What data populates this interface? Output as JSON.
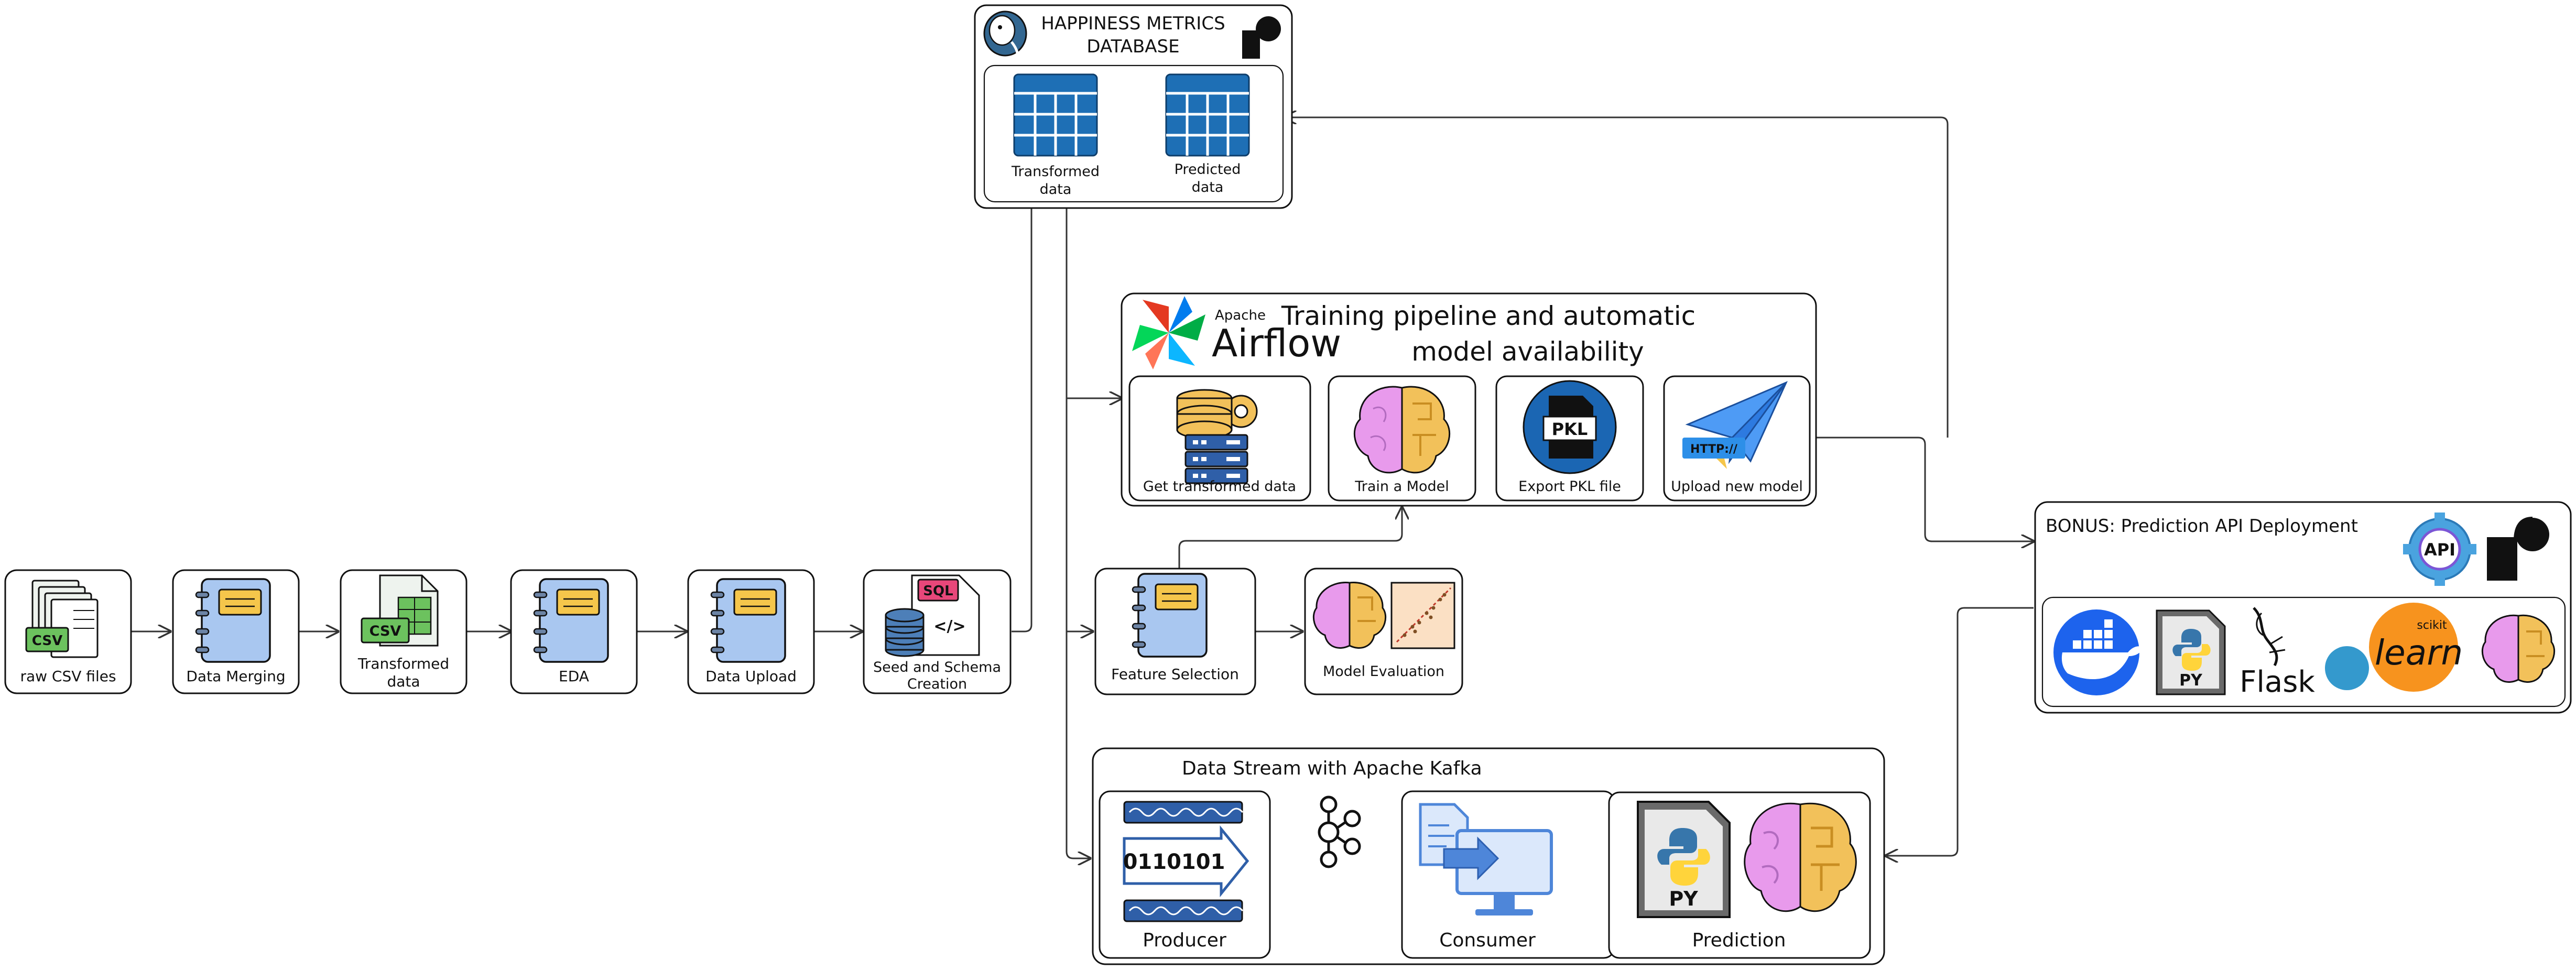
{
  "database": {
    "title_line1": "HAPPINESS METRICS",
    "title_line2": "DATABASE",
    "transformed_line1": "Transformed",
    "transformed_line2": "data",
    "predicted_line1": "Predicted",
    "predicted_line2": "data"
  },
  "pipeline": {
    "raw_csv": "raw CSV files",
    "merging": "Data Merging",
    "transformed_line1": "Transformed",
    "transformed_line2": "data",
    "eda": "EDA",
    "upload": "Data Upload",
    "seed_line1": "Seed and Schema",
    "seed_line2": "Creation"
  },
  "airflow": {
    "brand_small": "Apache",
    "brand_big": "Airflow",
    "title_line1": "Training pipeline and automatic",
    "title_line2": "model availability",
    "step1": "Get transformed data",
    "step2": "Train a Model",
    "step3": "Export PKL file",
    "step4": "Upload new model"
  },
  "feature": {
    "selection": "Feature Selection",
    "evaluation": "Model Evaluation"
  },
  "kafka": {
    "title": "Data Stream with Apache Kafka",
    "producer": "Producer",
    "consumer": "Consumer",
    "prediction": "Prediction"
  },
  "bonus": {
    "title": "BONUS: Prediction API Deployment"
  },
  "icon_text": {
    "csv": "CSV",
    "sql": "SQL",
    "pkl": "PKL",
    "http": "HTTP://",
    "py": "PY",
    "binary": "0110101",
    "api": "API",
    "flask": "Flask",
    "learn": "learn",
    "scikit": "scikit"
  },
  "colors": {
    "stroke": "#111111",
    "table_blue": "#1e6fb5",
    "notebook_blue": "#a9c7f0",
    "note_yellow": "#f5c64b",
    "csv_green": "#6cc25e",
    "brain_pink": "#e89aec",
    "brain_yellow": "#f2c15a",
    "pkl_blue": "#1b66b3",
    "plane_blue": "#4e9bf5",
    "sklearn_orange": "#f7931e",
    "sklearn_blue": "#3499cd",
    "docker_blue": "#1d63ed"
  }
}
